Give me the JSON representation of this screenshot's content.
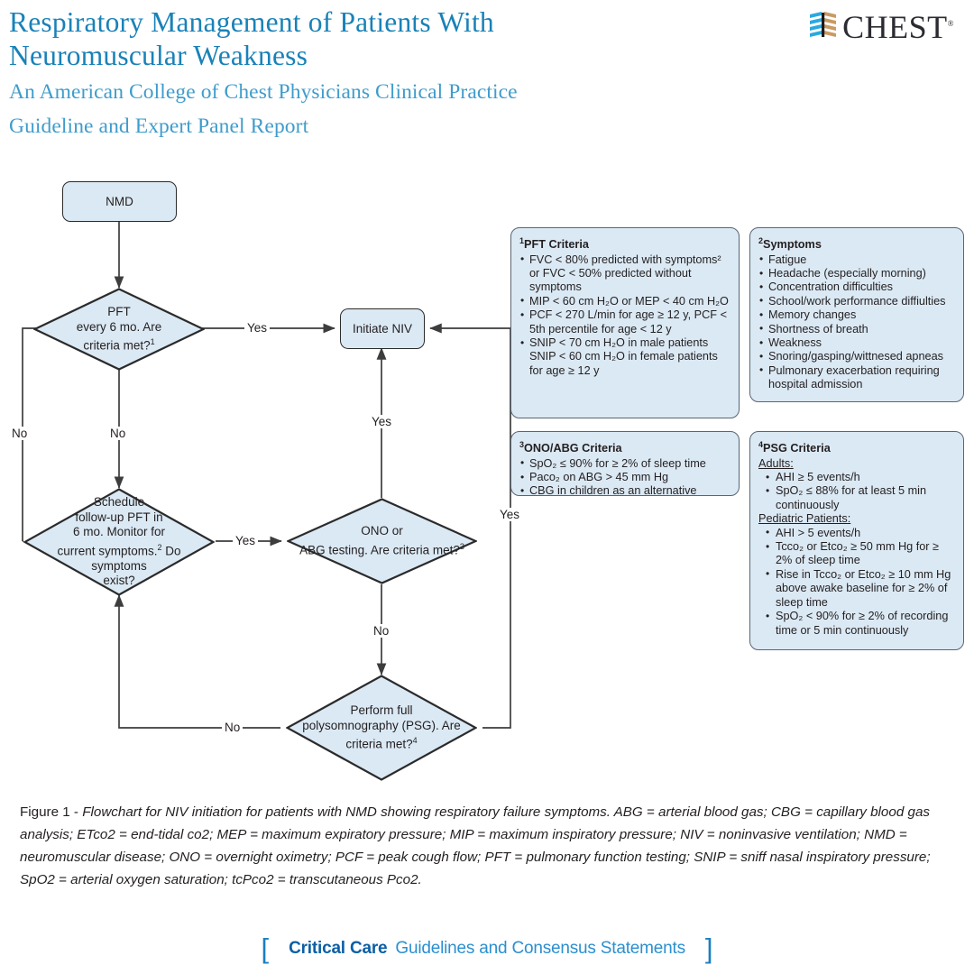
{
  "header": {
    "title_line1": "Respiratory Management of Patients With",
    "title_line2": "Neuromuscular Weakness",
    "subtitle_line1": "An American College of Chest Physicians Clinical Practice",
    "subtitle_line2": "Guideline and Expert Panel Report",
    "logo_word": "CHEST",
    "logo_reg": "®",
    "title_color": "#1982b8",
    "subtitle_color": "#3f9ccb"
  },
  "flowchart": {
    "node_fill": "#dbe9f4",
    "node_stroke": "#2b2b2b",
    "nodes": {
      "nmd": "NMD",
      "pft_line1": "PFT",
      "pft_line2": "every 6 mo. Are",
      "pft_line3": "criteria met?",
      "pft_sup": "1",
      "initiate_niv": "Initiate NIV",
      "schedule_line1": "Schedule",
      "schedule_line2": "follow-up PFT in",
      "schedule_line3": "6 mo. Monitor for",
      "schedule_line4a": "current symptoms.",
      "schedule_sup": "2",
      "schedule_line4b": " Do",
      "schedule_line5": "symptoms",
      "schedule_line6": "exist?",
      "ono_line1": "ONO or",
      "ono_line2": "ABG testing. Are criteria met?",
      "ono_sup": "3",
      "psg_line1": "Perform full",
      "psg_line2": "polysomnography (PSG). Are",
      "psg_line3": "criteria met?",
      "psg_sup": "4"
    },
    "edge_labels": {
      "pft_yes": "Yes",
      "pft_no_left": "No",
      "pft_no_down": "No",
      "schedule_yes": "Yes",
      "ono_yes": "Yes",
      "ono_no": "No",
      "psg_no": "No",
      "psg_yes": "Yes"
    }
  },
  "criteria": {
    "pft": {
      "sup": "1",
      "title": "PFT Criteria",
      "items": [
        "FVC < 80% predicted with symptoms² or FVC < 50% predicted without symptoms",
        "MIP < 60 cm H₂O or MEP < 40 cm H₂O",
        "PCF < 270 L/min for age ≥ 12 y, PCF < 5th percentile for age < 12 y",
        "SNIP < 70 cm H₂O in male patients SNIP < 60 cm H₂O in female patients for age ≥ 12 y"
      ]
    },
    "symptoms": {
      "sup": "2",
      "title": "Symptoms",
      "items": [
        "Fatigue",
        "Headache (especially morning)",
        "Concentration difficulties",
        "School/work performance diffiulties",
        "Memory changes",
        "Shortness of breath",
        "Weakness",
        "Snoring/gasping/wittnesed apneas",
        "Pulmonary exacerbation requiring hospital admission"
      ]
    },
    "ono_abg": {
      "sup": "3",
      "title": "ONO/ABG Criteria",
      "items": [
        "SpO₂ ≤ 90% for ≥ 2% of sleep time",
        "Paco₂ on ABG > 45 mm Hg",
        "CBG in children as an alternative"
      ]
    },
    "psg": {
      "sup": "4",
      "title": "PSG Criteria",
      "adults_heading": "Adults:",
      "adults_items": [
        "AHI ≥ 5 events/h",
        "SpO₂ ≤ 88% for at least 5 min continuously"
      ],
      "pediatric_heading": "Pediatric Patients:",
      "pediatric_items": [
        "AHI > 5 events/h",
        "Tcco₂ or Etco₂ ≥ 50 mm Hg for ≥ 2% of sleep time",
        "Rise in Tcco₂ or Etco₂ ≥ 10 mm Hg above awake baseline for ≥ 2% of sleep time",
        "SpO₂ < 90% for ≥ 2% of recording time or 5 min continuously"
      ]
    }
  },
  "caption": {
    "lead": "Figure 1 - ",
    "text": "Flowchart for NIV initiation for patients with NMD showing respiratory failure symptoms. ABG = arterial blood gas; CBG = capillary blood gas analysis; ETco2 = end-tidal co2; MEP = maximum expiratory pressure; MIP = maximum inspiratory pressure; NIV = noninvasive ventilation; NMD = neuromuscular disease; ONO = overnight oximetry; PCF = peak cough flow; PFT = pulmonary function testing; SNIP = sniff nasal inspiratory pressure; SpO2 = arterial oxygen saturation; tcPco2 = transcutaneous Pco2."
  },
  "footer": {
    "bracket_left": "[",
    "bold_text": "Critical Care",
    "rest_text": "Guidelines and Consensus Statements",
    "bracket_right": "]",
    "bold_color": "#0b5fa5",
    "rest_color": "#2b8fd0"
  }
}
